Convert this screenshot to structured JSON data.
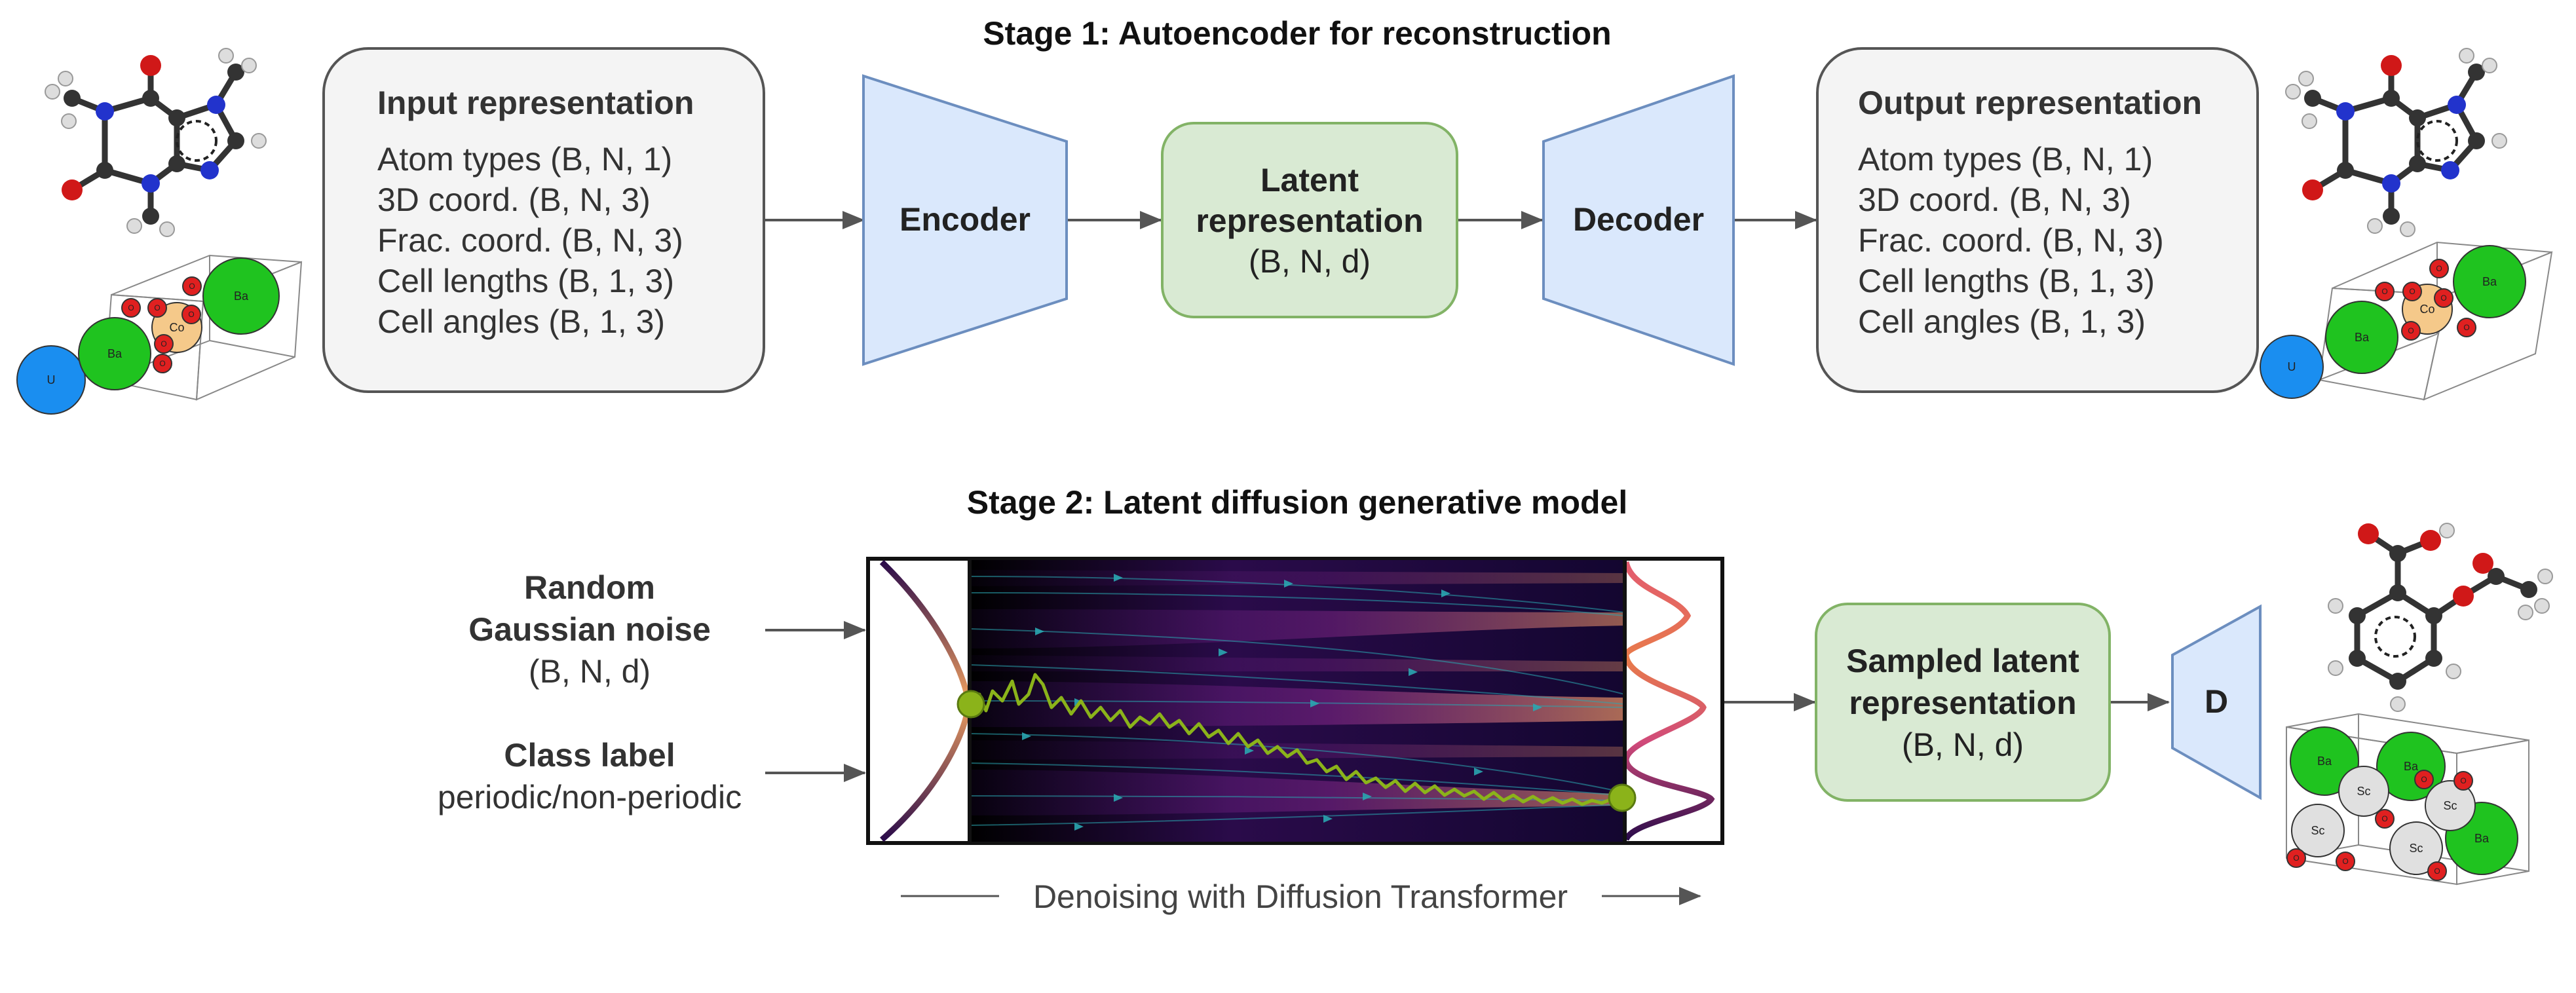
{
  "stage1": {
    "title": "Stage 1: Autoencoder for reconstruction",
    "input": {
      "title": "Input representation",
      "lines": [
        "Atom types (B, N, 1)",
        "3D coord. (B, N, 3)",
        "Frac. coord. (B, N, 3)",
        "Cell lengths (B, 1, 3)",
        "Cell angles (B, 1, 3)"
      ]
    },
    "encoder_label": "Encoder",
    "latent": {
      "line1": "Latent",
      "line2": "representation",
      "shape": "(B, N, d)"
    },
    "decoder_label": "Decoder",
    "output": {
      "title": "Output representation",
      "lines": [
        "Atom types (B, N, 1)",
        "3D coord. (B, N, 3)",
        "Frac. coord. (B, N, 3)",
        "Cell lengths (B, 1, 3)",
        "Cell angles (B, 1, 3)"
      ]
    }
  },
  "stage2": {
    "title": "Stage 2: Latent diffusion generative model",
    "noise": {
      "line1": "Random",
      "line2": "Gaussian noise",
      "shape": "(B, N, d)"
    },
    "class_label": {
      "title": "Class label",
      "subtitle": "periodic/non-periodic"
    },
    "process_caption": "Denoising with Diffusion Transformer",
    "sampled": {
      "line1": "Sampled latent",
      "line2": "representation",
      "shape": "(B, N, d)"
    },
    "decoder_short": "D"
  },
  "crystal1": {
    "atoms": [
      "Ba",
      "Ba",
      "U",
      "Co",
      "O",
      "O",
      "O",
      "O",
      "O",
      "O"
    ]
  },
  "crystal2": {
    "atoms": [
      "Ba",
      "Ba",
      "U",
      "Co",
      "O",
      "O",
      "O",
      "O",
      "O",
      "O"
    ]
  },
  "crystal3": {
    "atoms": [
      "Ba",
      "Ba",
      "Ba",
      "Sc",
      "Sc",
      "Sc",
      "Sc",
      "O",
      "O",
      "O",
      "O",
      "O",
      "O"
    ]
  },
  "colors": {
    "encoder_fill": "#dae8fc",
    "encoder_stroke": "#6c8ebf",
    "latent_fill": "#d9ead3",
    "latent_stroke": "#82b366",
    "box_fill": "#f4f4f4",
    "trajectory": "#8bb31a",
    "ba": "#1fc31f",
    "u": "#1a8ef0",
    "co": "#f5c98a",
    "o": "#e02020",
    "sc": "#e0e0e0",
    "carbon": "#333333",
    "nitrogen": "#2233cc",
    "hydrogen": "#dddddd"
  }
}
